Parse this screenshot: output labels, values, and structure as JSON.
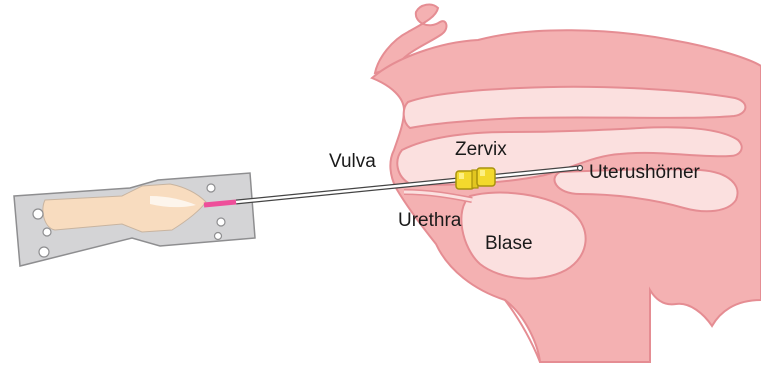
{
  "diagram": {
    "labels": {
      "vulva": "Vulva",
      "zervix": "Zervix",
      "uterushoerner": "Uterushörner",
      "urethra": "Urethra",
      "blase": "Blase"
    },
    "colors": {
      "body_fill": "#f4b1b2",
      "body_outline": "#e58d93",
      "cavity_fill": "#fbe0df",
      "bag_fill": "#f8dcbf",
      "blister_fill": "#d4d4d6",
      "catheter_tip": "#ee4f9a",
      "connector_fill": "#f3d92d"
    }
  }
}
